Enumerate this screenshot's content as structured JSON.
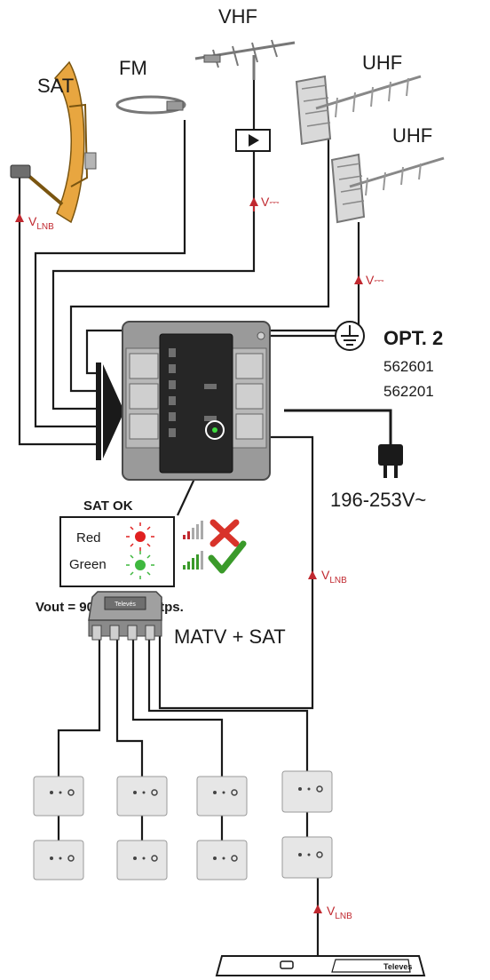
{
  "antennas": {
    "sat": "SAT",
    "fm": "FM",
    "vhf": "VHF",
    "uhf1": "UHF",
    "uhf2": "UHF"
  },
  "power_labels": {
    "v_prefix": "V",
    "lnb_sub": "LNB",
    "dc_symbol": "⎓"
  },
  "option": {
    "title": "OPT. 2",
    "code1": "562601",
    "code2": "562201"
  },
  "mains": "196-253V~",
  "sat_ok": {
    "title": "SAT OK",
    "red": "Red",
    "green": "Green"
  },
  "vout": "Vout = 90 dBµV@30tps.",
  "splitter": {
    "label": "MATV + SAT",
    "brand": "Televés"
  },
  "receiver": {
    "brand": "Televes"
  },
  "colors": {
    "accent_red": "#c0282f",
    "check_green": "#3a9a2a",
    "device_grey": "#8c8c8c"
  }
}
